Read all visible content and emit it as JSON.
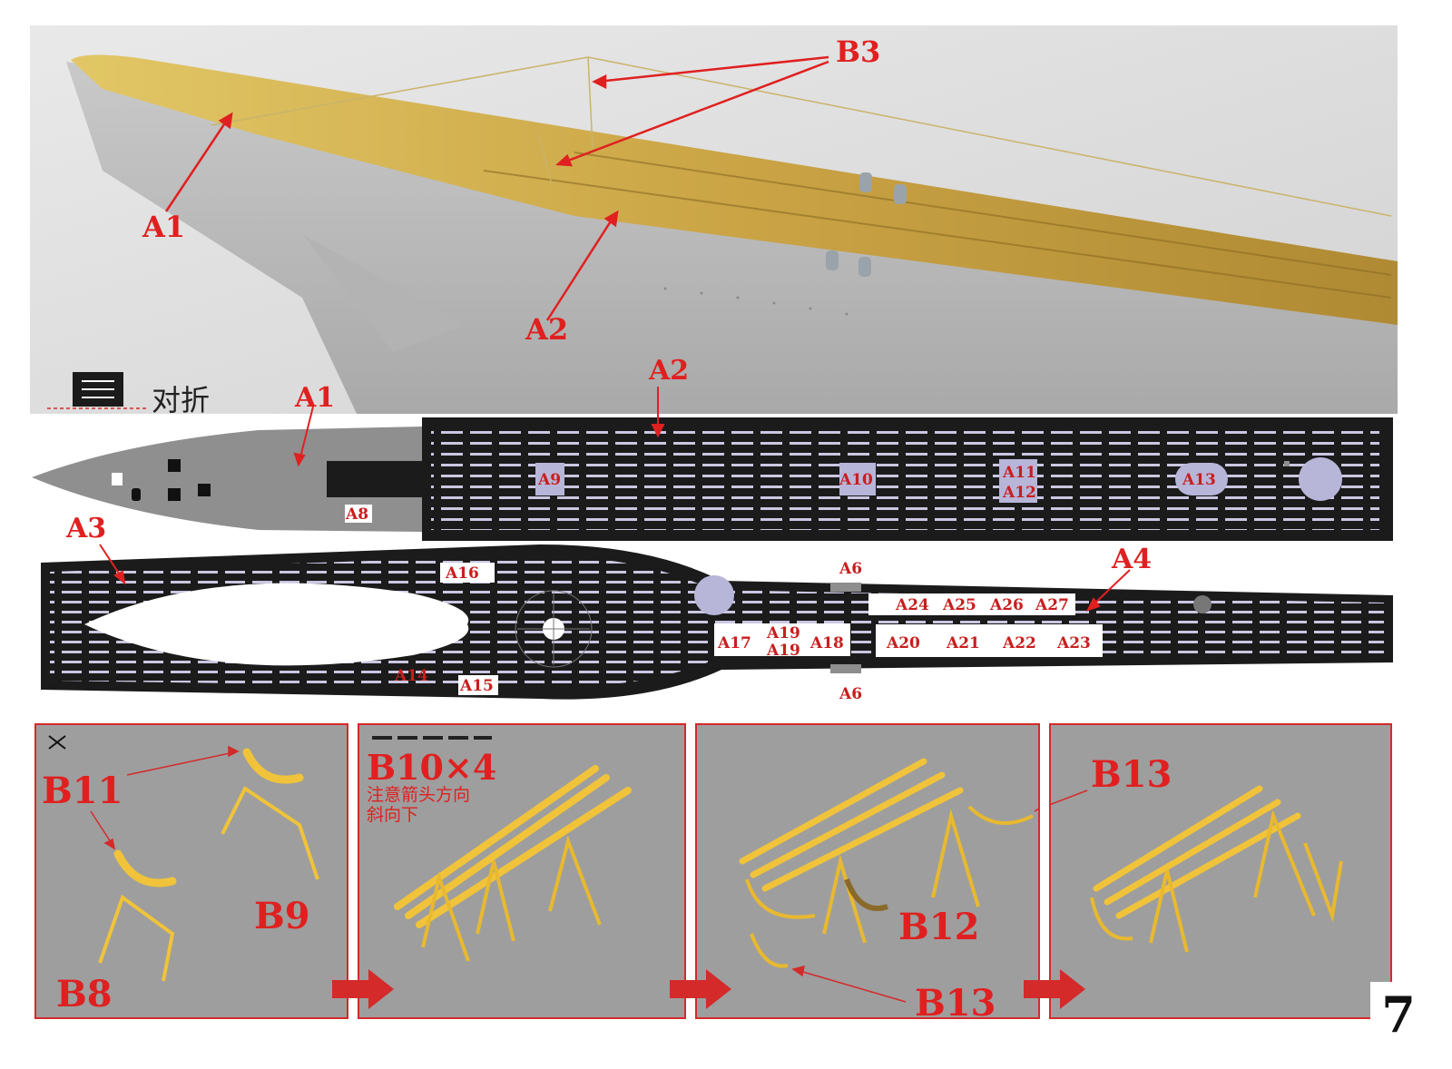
{
  "photo": {
    "labels": {
      "b3": "B3",
      "a1": "A1",
      "a2": "A2"
    },
    "fold_legend": {
      "text": "对折"
    }
  },
  "fret": {
    "upper": {
      "callouts": {
        "a1": "A1",
        "a2": "A2"
      },
      "parts": [
        "A8",
        "A9",
        "A10",
        "A11",
        "A12",
        "A13"
      ]
    },
    "lower": {
      "callouts": {
        "a3": "A3",
        "a4": "A4",
        "a6_top": "A6",
        "a6_bottom": "A6"
      },
      "parts": [
        "A14",
        "A15",
        "A16",
        "A17",
        "A19",
        "A19",
        "A18",
        "A20",
        "A21",
        "A22",
        "A23",
        "A24",
        "A25",
        "A26",
        "A27"
      ]
    }
  },
  "steps": {
    "step1": {
      "labels": {
        "b11": "B11",
        "b9": "B9",
        "b8": "B8"
      }
    },
    "step2": {
      "title": "B10×4",
      "note_line1": "注意箭头方向",
      "note_line2": "斜向下"
    },
    "step3": {
      "labels": {
        "b12": "B12",
        "b13": "B13"
      }
    },
    "step4": {
      "labels": {
        "b13": "B13"
      }
    }
  },
  "page_number": "7",
  "colors": {
    "accent_red": "#e02020",
    "panel_gray": "#9e9e9e",
    "brass": "#d9b64a",
    "fret_black": "#1b1b1b"
  }
}
